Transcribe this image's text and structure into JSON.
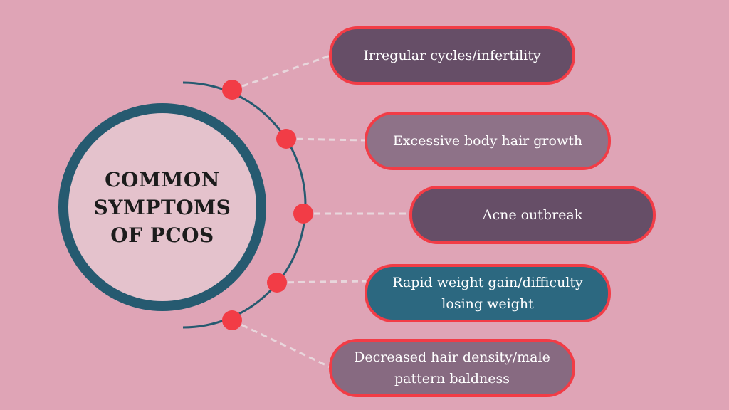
{
  "center": {
    "title": "COMMON SYMPTOMS OF PCOS"
  },
  "symptoms": [
    {
      "label": "Irregular cycles/infertility",
      "color": "#664e67"
    },
    {
      "label": "Excessive body hair growth",
      "color": "#8e7288"
    },
    {
      "label": "Acne outbreak",
      "color": "#664e67"
    },
    {
      "label": "Rapid weight gain/difficulty losing weight",
      "color": "#2c6880"
    },
    {
      "label": "Decreased hair density/male pattern baldness",
      "color": "#876a81"
    }
  ],
  "colors": {
    "background": "#dfa4b6",
    "ring": "#265a70",
    "dot": "#f23c46",
    "pill_border": "#f23c46",
    "connector": "#e8d6dc"
  }
}
